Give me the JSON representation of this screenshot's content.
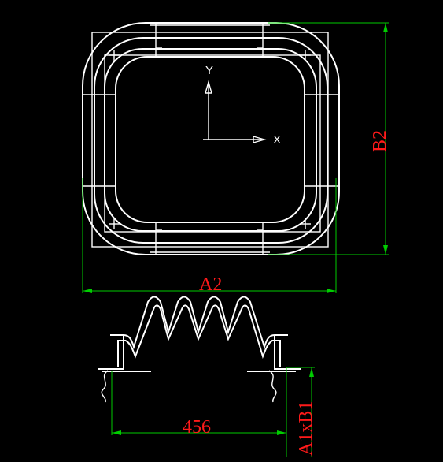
{
  "labels": {
    "a2": "A2",
    "b2": "B2",
    "a1xb1": "A1xB1",
    "width_456": "456"
  },
  "axes": {
    "x": "X",
    "y": "Y"
  },
  "colors": {
    "background": "#000000",
    "drawing": "#ffffff",
    "dimension_line": "#00cc00",
    "dimension_text": "#ff1a1a"
  }
}
